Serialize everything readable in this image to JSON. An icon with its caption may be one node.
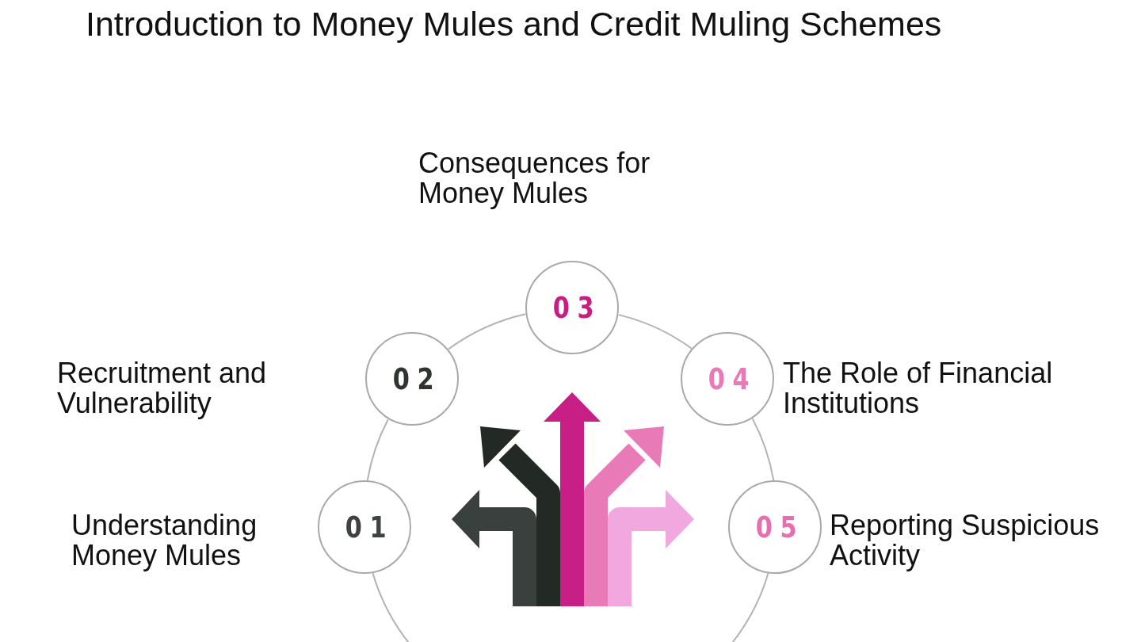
{
  "diagram": {
    "title": "Introduction to Money Mules and Credit Muling Schemes",
    "nodes": [
      {
        "text": [
          "01"
        ],
        "beside": [
          "Understanding Money Mules"
        ]
      },
      {
        "text": [
          "02"
        ],
        "beside": [
          "Recruitment and Vulnerability"
        ]
      },
      {
        "text": [
          "03"
        ],
        "beside": [
          "Consequences for Money Mules"
        ]
      },
      {
        "text": [
          "04"
        ],
        "beside": [
          "The Role of Financial Institutions"
        ]
      },
      {
        "text": [
          "05"
        ],
        "beside": [
          "Reporting Suspicious Activity"
        ]
      }
    ],
    "edges": [
      {
        "from": 0,
        "to": null,
        "arrow": "none"
      },
      {
        "from": 0,
        "to": 1,
        "arrow": "none"
      },
      {
        "from": 1,
        "to": 2,
        "arrow": "none"
      },
      {
        "from": 2,
        "to": 3,
        "arrow": "none"
      },
      {
        "from": 3,
        "to": 4,
        "arrow": "none"
      },
      {
        "from": 4,
        "to": null,
        "arrow": "none"
      }
    ]
  }
}
